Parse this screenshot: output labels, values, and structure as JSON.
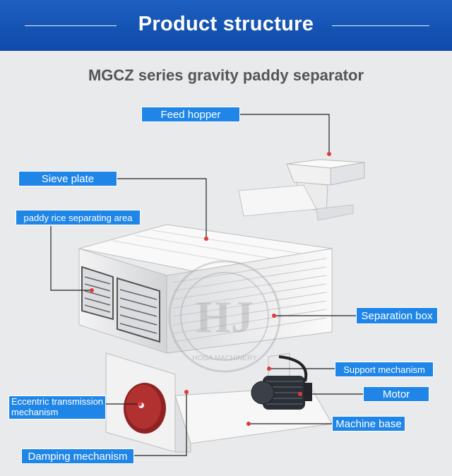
{
  "header": {
    "title": "Product structure",
    "subtitle": "MGCZ series gravity paddy separator"
  },
  "colors": {
    "banner": "#0f4aa8",
    "label_bg": "#1f86e8",
    "leader": "#222222",
    "machine": "#f7f7f7",
    "motor": "#2b2f36",
    "wheel": "#a32a2a"
  },
  "watermark": {
    "text_main": "HJ",
    "text_ring": "HOGA MACHINERY"
  },
  "labels": {
    "feed_hopper": "Feed hopper",
    "sieve_plate": "Sieve plate",
    "separating_area": "paddy rice separating area",
    "separation_box": "Separation box",
    "support_mechanism": "Support mechanism",
    "motor": "Motor",
    "machine_base": "Machine base",
    "eccentric_line1": "Eccentric transmission",
    "eccentric_line2": "mechanism",
    "damping": "Damping mechanism"
  }
}
